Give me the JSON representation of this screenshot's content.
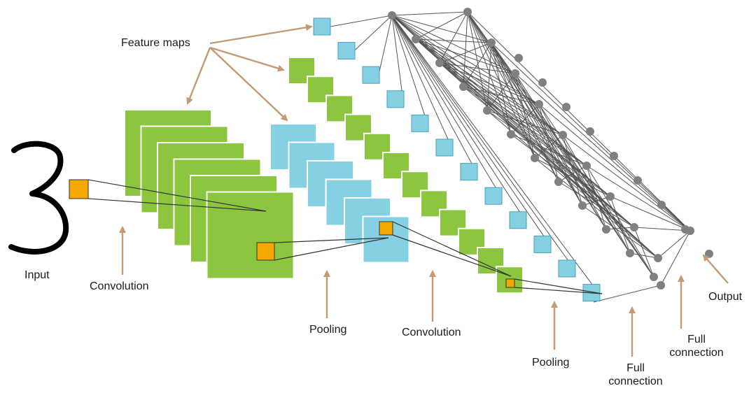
{
  "labels": {
    "feature_maps": "Feature maps",
    "input": "Input",
    "convolution_1": "Convolution",
    "pooling_1": "Pooling",
    "convolution_2": "Convolution",
    "pooling_2": "Pooling",
    "full_connection_1": "Full\nconnection",
    "full_connection_2": "Full\nconnection",
    "output": "Output"
  },
  "input_digit": "3",
  "colors": {
    "conv_fill": "#8cc63f",
    "pool_fill": "#86d0e4",
    "kernel_fill": "#f5a800",
    "arrow": "#c39a73",
    "neuron": "#808080",
    "edge": "#555555"
  },
  "layers": {
    "conv1_maps": 6,
    "pool1_maps": 6,
    "conv2_maps": 12,
    "pool2_maps": 12
  }
}
